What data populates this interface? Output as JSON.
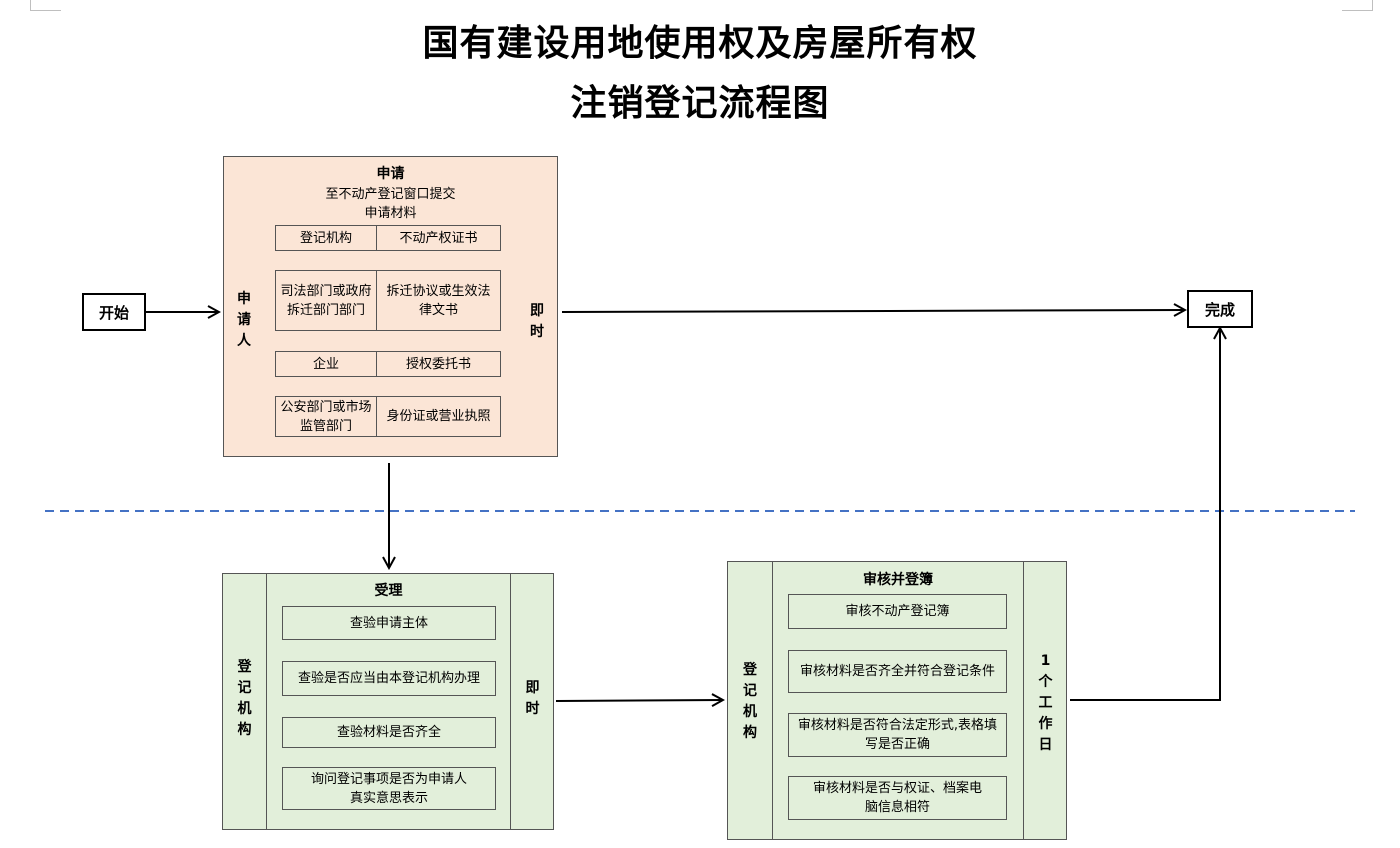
{
  "title_line1": "国有建设用地使用权及房屋所有权",
  "title_line2": "注销登记流程图",
  "start_label": "开始",
  "finish_label": "完成",
  "apply": {
    "header": "申请",
    "desc_line1": "至不动产登记窗口提交",
    "desc_line2": "申请材料",
    "side_left": [
      "申",
      "请",
      "人"
    ],
    "side_right": [
      "即",
      "时"
    ],
    "rows": [
      {
        "left": "登记机构",
        "right": "不动产权证书"
      },
      {
        "left": "司法部门或政府拆迁部门部门",
        "right": "拆迁协议或生效法律文书"
      },
      {
        "left": "企业",
        "right": "授权委托书"
      },
      {
        "left": "公安部门或市场监管部门",
        "right": "身份证或营业执照"
      }
    ]
  },
  "accept": {
    "header": "受理",
    "side_left": [
      "登",
      "记",
      "机",
      "构"
    ],
    "side_right": [
      "即",
      "时"
    ],
    "items": [
      "查验申请主体",
      "查验是否应当由本登记机构办理",
      "查验材料是否齐全",
      "询问登记事项是否为申请人真实意思表示"
    ]
  },
  "review": {
    "header": "审核并登簿",
    "side_left": [
      "登",
      "记",
      "机",
      "构"
    ],
    "side_right": [
      "1",
      "个",
      "工",
      "作",
      "日"
    ],
    "items": [
      "审核不动产登记簿",
      "审核材料是否齐全并符合登记条件",
      "审核材料是否符合法定形式,表格填写是否正确",
      "审核材料是否与权证、档案电脑信息相符"
    ]
  },
  "colors": {
    "apply_fill": "#fbe5d6",
    "process_fill": "#e2efda",
    "divider": "#4472c4",
    "border": "#555555"
  }
}
